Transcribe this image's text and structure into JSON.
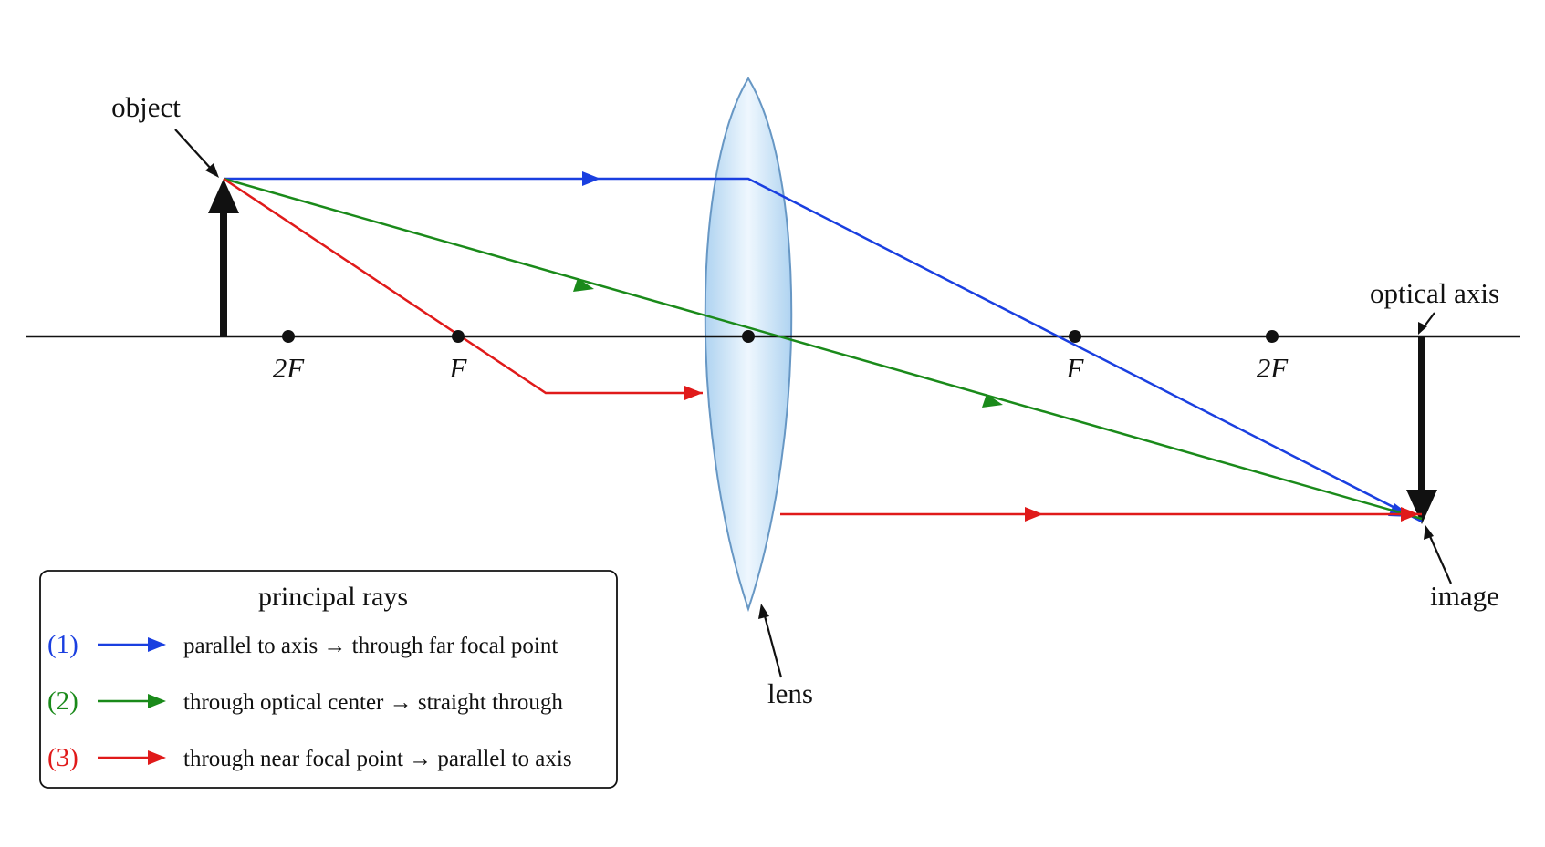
{
  "labels": {
    "object": "object",
    "image": "image",
    "lens": "lens",
    "optical_axis": "optical axis",
    "focal_marks": [
      "2F",
      "F",
      "F",
      "2F"
    ]
  },
  "legend": {
    "title": "principal rays",
    "items": [
      {
        "number": "(1)",
        "text": "parallel to axis → through far focal point",
        "color": "#1a3fe0"
      },
      {
        "number": "(2)",
        "text": "through optical center → straight through",
        "color": "#1a8a1a"
      },
      {
        "number": "(3)",
        "text": "through near focal point → parallel to axis",
        "color": "#e01a1a"
      }
    ]
  },
  "colors": {
    "ray1": "#1a3fe0",
    "ray2": "#1a8a1a",
    "ray3": "#e01a1a",
    "lens_fill": "#cfe6f7",
    "lens_stroke": "#5b8fc0",
    "ink": "#111111"
  }
}
